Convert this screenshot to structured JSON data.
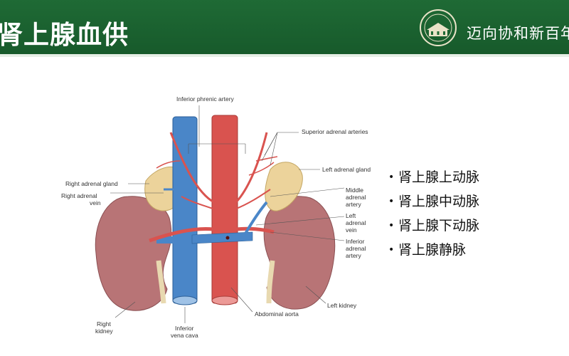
{
  "slide": {
    "title": "肾上腺血供",
    "slogan": "迈向协和新百年",
    "bullets": [
      "肾上腺上动脉",
      "肾上腺中动脉",
      "肾上腺下动脉",
      "肾上腺静脉"
    ],
    "bullet_glyph": "•"
  },
  "figure": {
    "labels": {
      "inferior_phrenic_artery": "Inferior phrenic artery",
      "superior_adrenal_arteries": "Superior adrenal arteries",
      "right_adrenal_gland": "Right adrenal gland",
      "right_adrenal_vein_1": "Right adrenal",
      "right_adrenal_vein_2": "vein",
      "left_adrenal_gland": "Left adrenal gland",
      "middle_adrenal_1": "Middle",
      "middle_adrenal_2": "adrenal",
      "middle_adrenal_3": "artery",
      "left_adrenal_vein_1": "Left",
      "left_adrenal_vein_2": "adrenal",
      "left_adrenal_vein_3": "vein",
      "inferior_adrenal_1": "Inferior",
      "inferior_adrenal_2": "adrenal",
      "inferior_adrenal_3": "artery",
      "right_kidney_1": "Right",
      "right_kidney_2": "kidney",
      "ivc_1": "Inferior",
      "ivc_2": "vena cava",
      "abdominal_aorta": "Abdominal aorta",
      "left_kidney": "Left kidney"
    }
  },
  "colors": {
    "header_green": "#1f6a35",
    "artery_red": "#d9534f",
    "vein_blue": "#4a86c8",
    "kidney_pink": "#b87476",
    "adrenal_yellow": "#ecd39b"
  },
  "icons": {
    "logo": "college-building-logo-icon"
  }
}
